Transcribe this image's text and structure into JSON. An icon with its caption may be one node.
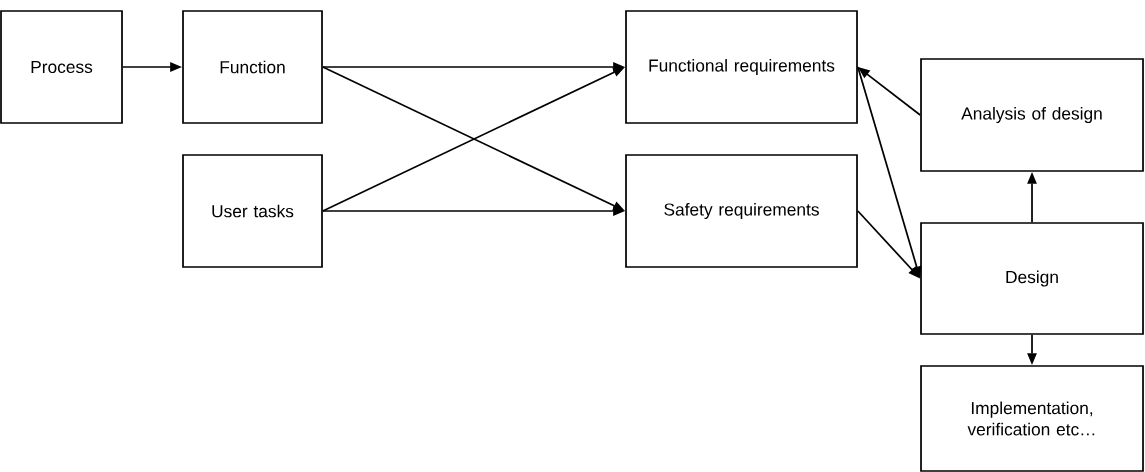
{
  "diagram": {
    "nodes": [
      {
        "text": [
          "Process"
        ]
      },
      {
        "text": [
          "Function"
        ]
      },
      {
        "text": [
          "Functional requirements"
        ]
      },
      {
        "text": [
          "User tasks"
        ]
      },
      {
        "text": [
          "Safety requirements"
        ]
      },
      {
        "text": [
          "Analysis of design"
        ]
      },
      {
        "text": [
          "Design"
        ]
      },
      {
        "text": [
          "Implementation, verification etc…"
        ]
      }
    ],
    "edges": [
      {
        "from": 0,
        "to": 1,
        "arrow": "to"
      },
      {
        "from": 1,
        "to": 2,
        "arrow": "to"
      },
      {
        "from": 1,
        "to": 4,
        "arrow": "to"
      },
      {
        "from": 3,
        "to": 2,
        "arrow": "to"
      },
      {
        "from": 3,
        "to": 4,
        "arrow": "to"
      },
      {
        "from": 5,
        "to": 2,
        "arrow": "to"
      },
      {
        "from": 2,
        "to": 6,
        "arrow": "to"
      },
      {
        "from": 4,
        "to": 6,
        "arrow": "to"
      },
      {
        "from": 6,
        "to": 5,
        "arrow": "to"
      },
      {
        "from": 6,
        "to": 7,
        "arrow": "to"
      }
    ]
  }
}
